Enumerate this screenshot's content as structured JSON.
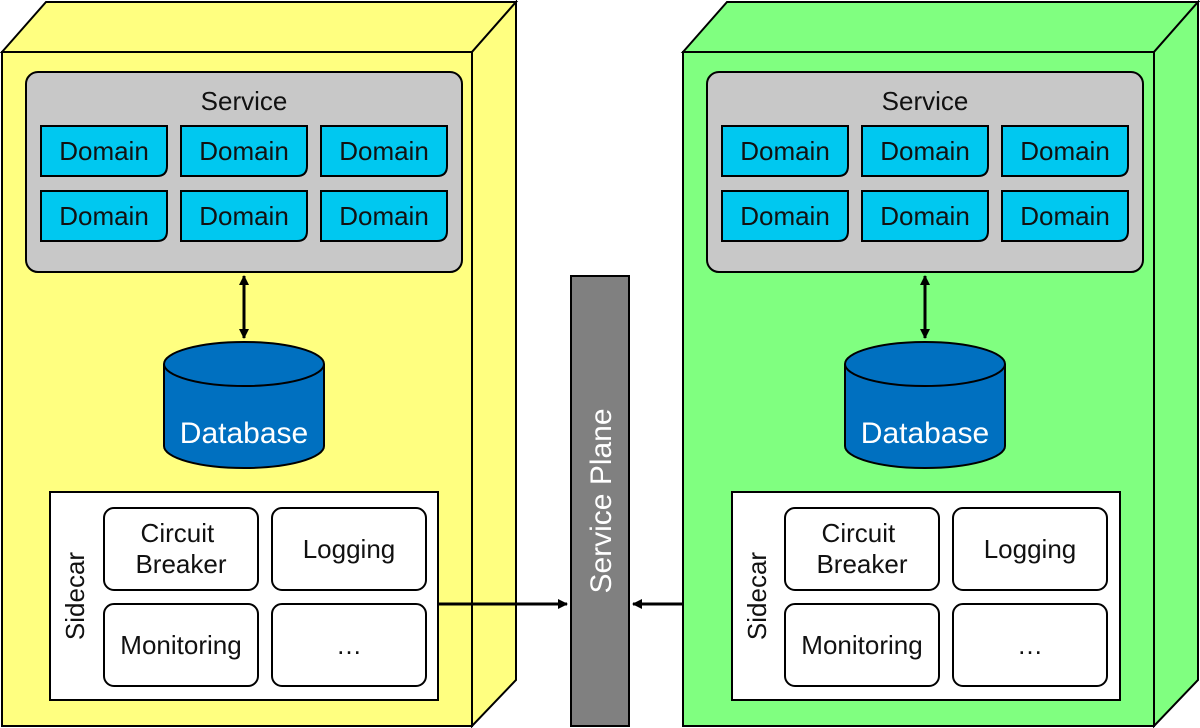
{
  "left_node": {
    "service_label": "Service",
    "domains": [
      "Domain",
      "Domain",
      "Domain",
      "Domain",
      "Domain",
      "Domain"
    ],
    "database_label": "Database",
    "sidecar_label": "Sidecar",
    "capabilities": [
      "Circuit\nBreaker",
      "Logging",
      "Monitoring",
      "…"
    ]
  },
  "right_node": {
    "service_label": "Service",
    "domains": [
      "Domain",
      "Domain",
      "Domain",
      "Domain",
      "Domain",
      "Domain"
    ],
    "database_label": "Database",
    "sidecar_label": "Sidecar",
    "capabilities": [
      "Circuit\nBreaker",
      "Logging",
      "Monitoring",
      "…"
    ]
  },
  "service_plane_label": "Service Plane",
  "colors": {
    "left_container": "#ffff80",
    "right_container": "#80ff80",
    "service_panel": "#c8c8c8",
    "domain": "#00c8f0",
    "database": "#0070c0",
    "service_plane": "#808080"
  }
}
